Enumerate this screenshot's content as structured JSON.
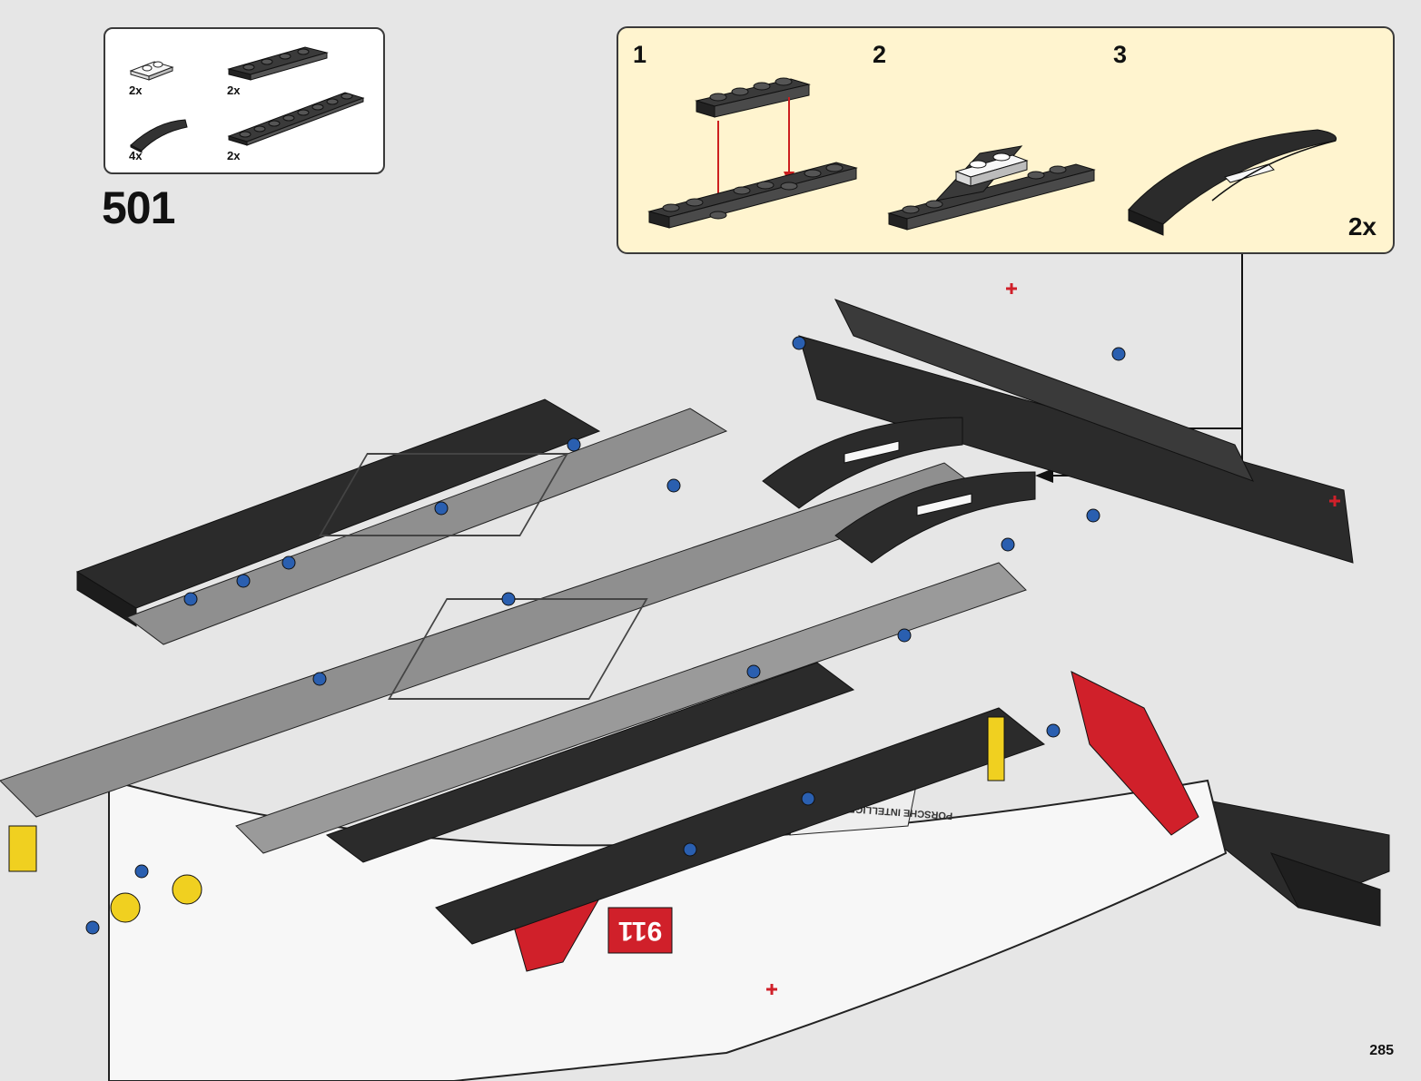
{
  "parts_list": {
    "items": [
      {
        "name": "white-plate-1x2",
        "qty": "2x"
      },
      {
        "name": "black-plate-1x4",
        "qty": "2x"
      },
      {
        "name": "black-curved-slope",
        "qty": "4x"
      },
      {
        "name": "black-plate-1x8",
        "qty": "2x"
      }
    ]
  },
  "step": {
    "number": "501"
  },
  "sub_assembly": {
    "steps": [
      "1",
      "2",
      "3"
    ],
    "multiplier": "2x"
  },
  "decals": {
    "model_number": "911",
    "porsche_text": "PORSCHE INTELLIGENT PERFORMANCE"
  },
  "page": {
    "number": "285"
  },
  "colors": {
    "background": "#e6e6e6",
    "callout_bg": "#fff4cf",
    "arrow_red": "#cc1f1f",
    "brick_black": "#2b2b2b",
    "brick_gray": "#8f8f8f",
    "brick_white": "#f7f7f7",
    "pin_blue": "#2a5fb0",
    "accent_red": "#d0202a",
    "accent_yellow": "#f0d020"
  }
}
